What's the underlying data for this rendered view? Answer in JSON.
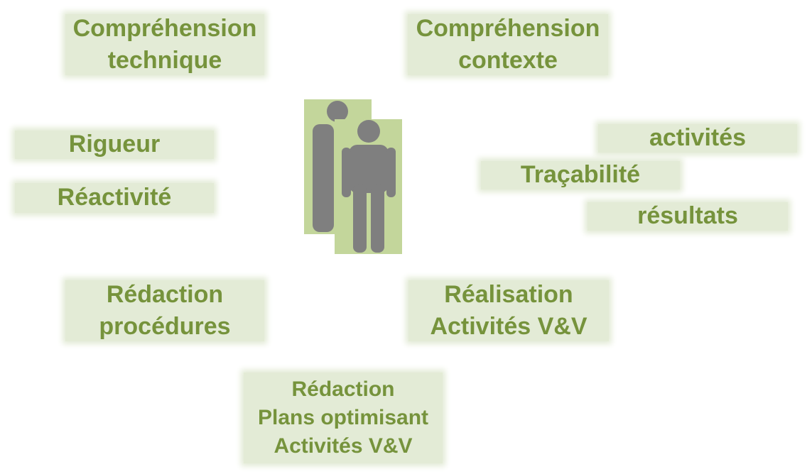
{
  "colors": {
    "box_fill": "#e3ebd6",
    "text": "#76933c",
    "figure_bg": "#c3d69b",
    "figure": "#7f7f7f"
  },
  "center_icon": "two-people-icon",
  "boxes": {
    "comprehension_technique": [
      "Compréhension",
      "technique"
    ],
    "comprehension_contexte": [
      "Compréhension",
      "contexte"
    ],
    "rigueur": "Rigueur",
    "reactivite": "Réactivité",
    "activites": "activités",
    "tracabilite": "Traçabilité",
    "resultats": "résultats",
    "redaction_procedures": [
      "Rédaction",
      "procédures"
    ],
    "realisation": [
      "Réalisation",
      "Activités V&V"
    ],
    "redaction_plans": [
      "Rédaction",
      "Plans optimisant",
      "Activités V&V"
    ]
  }
}
